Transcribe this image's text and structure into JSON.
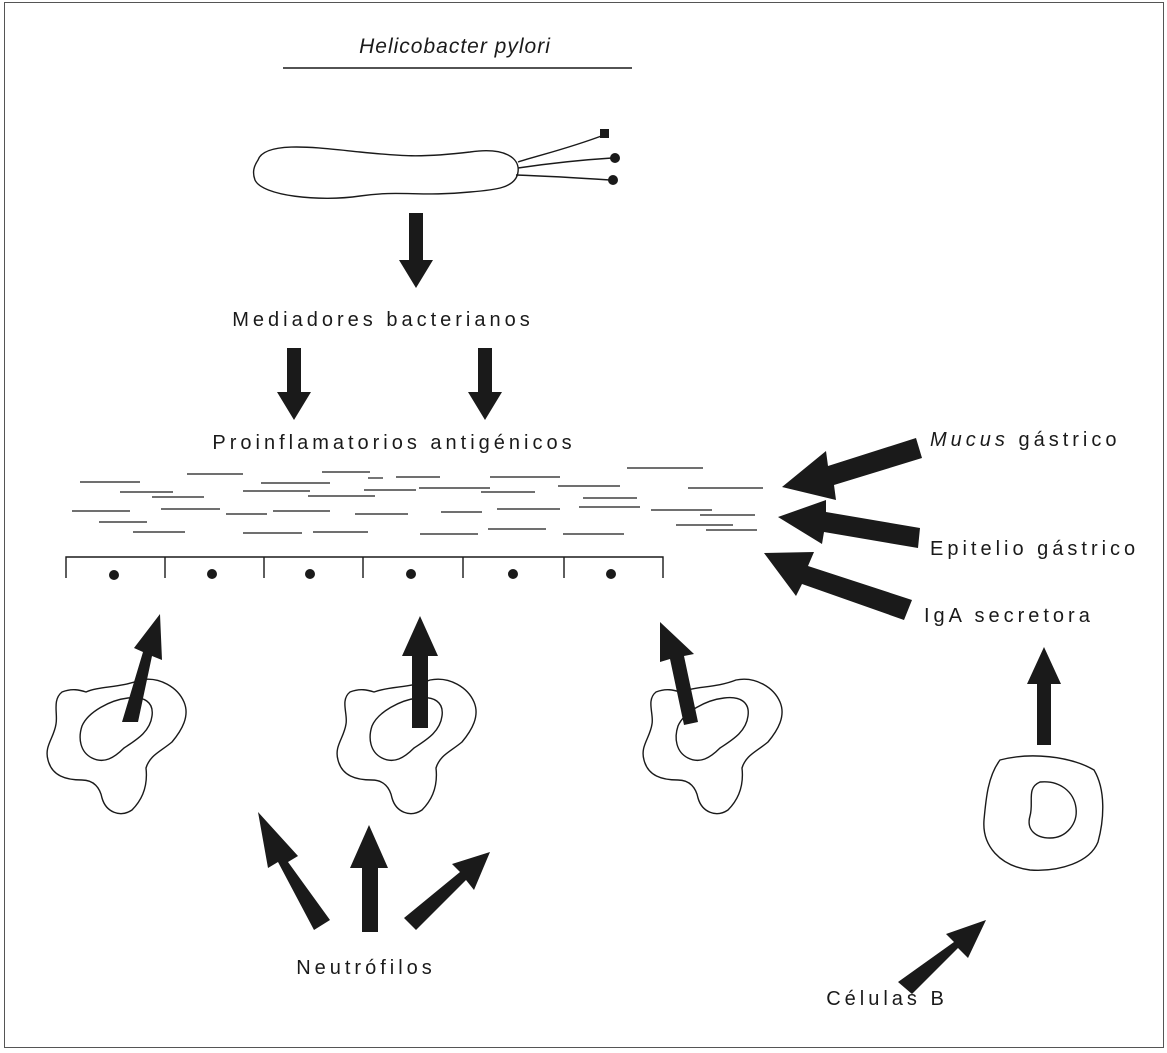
{
  "diagram": {
    "title": "Helicobacter pylori",
    "labels": {
      "bacterial_mediators": "Mediadores bacterianos",
      "proinflammatory": "Proinflamatorios antigénicos",
      "mucus_italic": "Mucus",
      "mucus_rest": " gástrico",
      "epithelium": "Epitelio gástrico",
      "iga": "IgA secretora",
      "neutrophils": "Neutrófilos",
      "b_cells": "Células B"
    },
    "colors": {
      "ink": "#1a1a1a",
      "frame": "#555555",
      "background": "#ffffff"
    }
  }
}
